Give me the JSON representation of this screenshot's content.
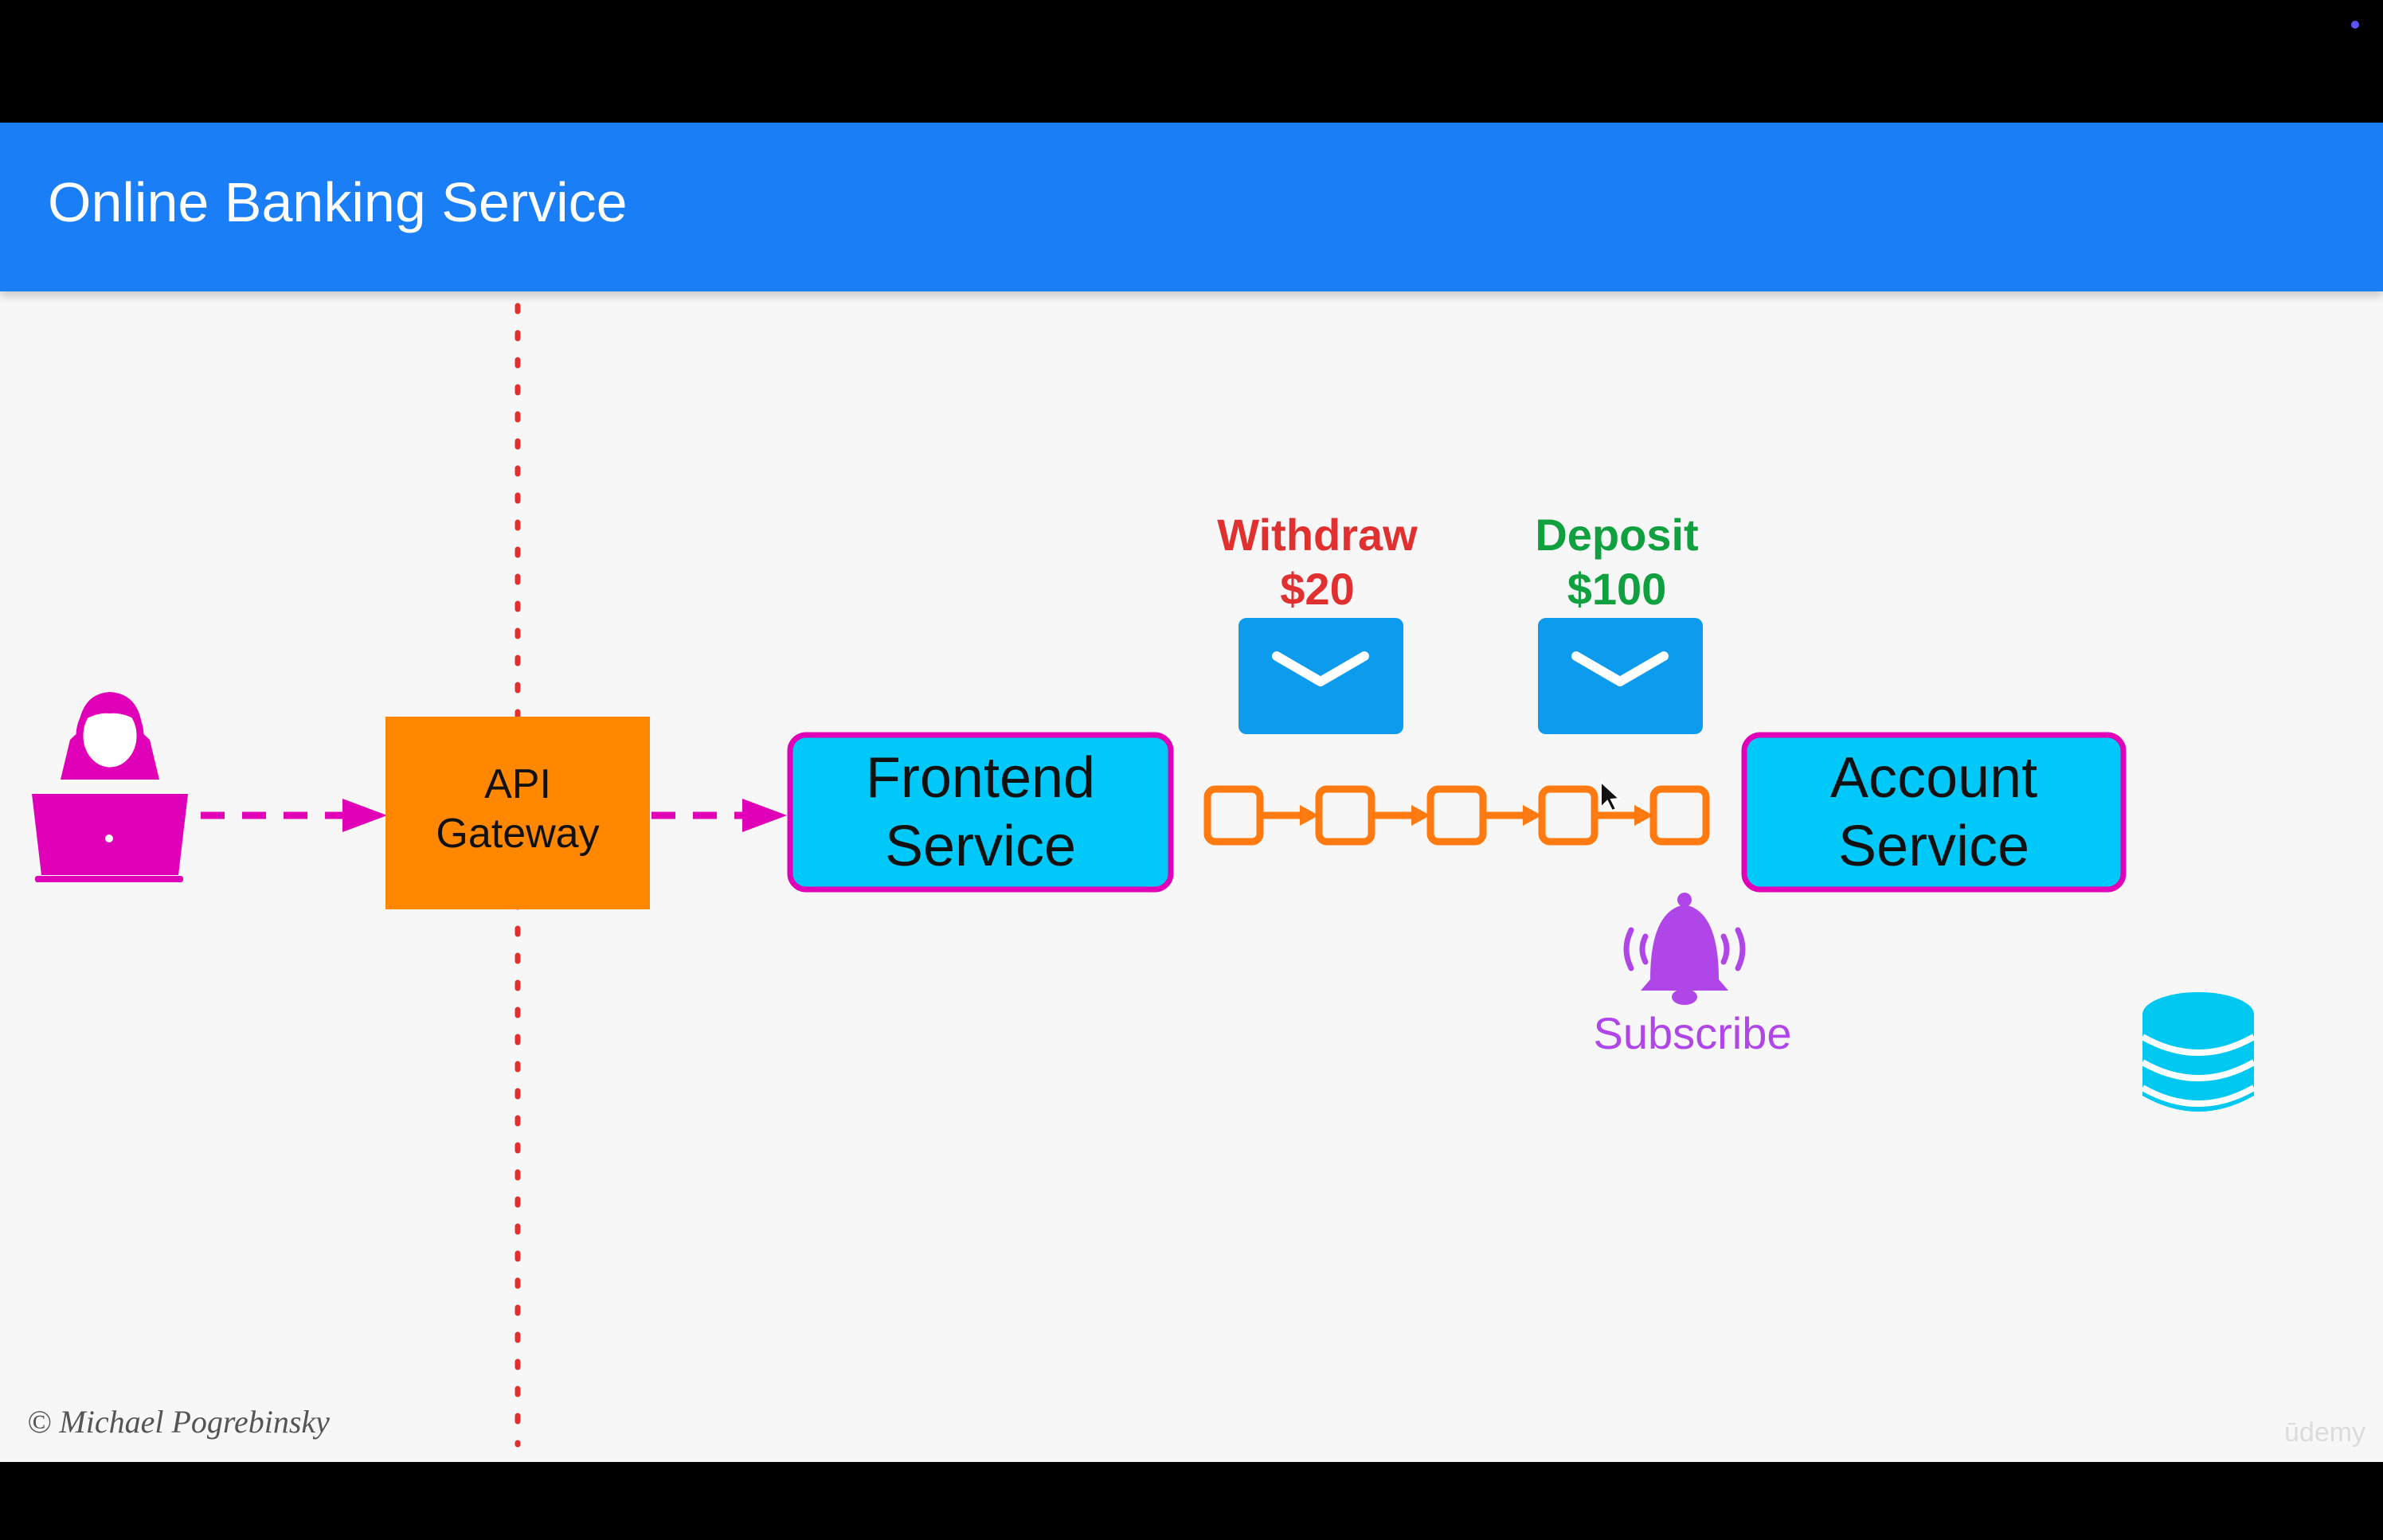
{
  "header": {
    "title": "Online Banking Service"
  },
  "nodes": {
    "api_gateway": [
      "API",
      "Gateway"
    ],
    "frontend_service": [
      "Frontend",
      "Service"
    ],
    "account_service": [
      "Account",
      "Service"
    ]
  },
  "messages": [
    {
      "action": "Withdraw",
      "amount": "$20"
    },
    {
      "action": "Deposit",
      "amount": "$100"
    }
  ],
  "subscribe_label": "Subscribe",
  "footer": {
    "copyright": "© Michael Pogrebinsky",
    "watermark": "ūdemy"
  },
  "icons": {
    "user": "user-with-laptop-icon",
    "envelope": "envelope-icon",
    "bell": "bell-icon",
    "database": "database-icon"
  },
  "colors": {
    "header": "#1a7ef6",
    "api_gateway": "#ff8800",
    "service_fill": "#00c8f8",
    "service_border": "#e000b8",
    "arrows": "#e000b8",
    "queue": "#ff7a10",
    "envelope": "#0d9bee",
    "withdraw": "#e03030",
    "deposit": "#10a040",
    "subscribe": "#b045e8",
    "database": "#00c8f0",
    "boundary": "#e03030"
  }
}
